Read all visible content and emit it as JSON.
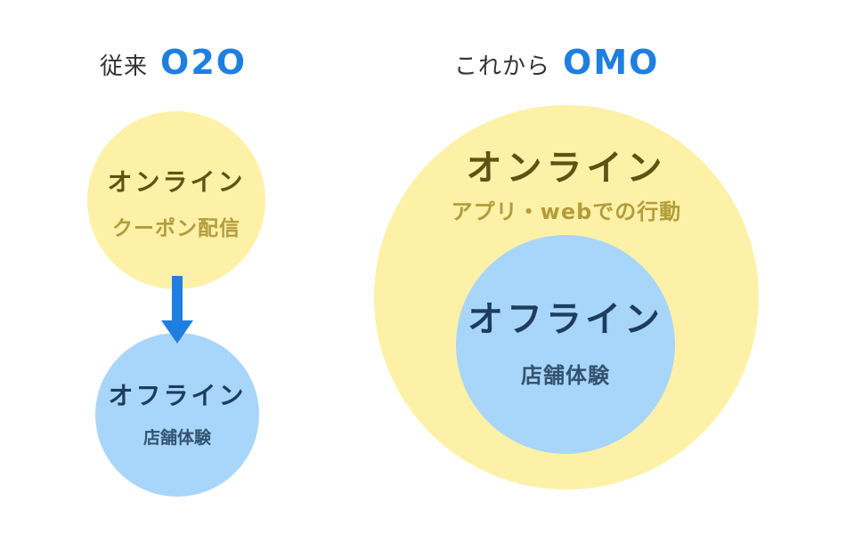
{
  "left": {
    "heading_prefix": "従来",
    "heading_accent": "O2O",
    "online": {
      "title": "オンライン",
      "subtitle": "クーポン配信"
    },
    "offline": {
      "title": "オフライン",
      "subtitle": "店舗体験"
    }
  },
  "right": {
    "heading_prefix": "これから",
    "heading_accent": "OMO",
    "online": {
      "title": "オンライン",
      "subtitle": "アプリ・webでの行動"
    },
    "offline": {
      "title": "オフライン",
      "subtitle": "店舗体験"
    }
  },
  "colors": {
    "accent_blue": "#1e7fe0",
    "online_yellow": "#fdf1a8",
    "offline_blue": "#a8d6fb",
    "arrow": "#1e7fe0"
  }
}
